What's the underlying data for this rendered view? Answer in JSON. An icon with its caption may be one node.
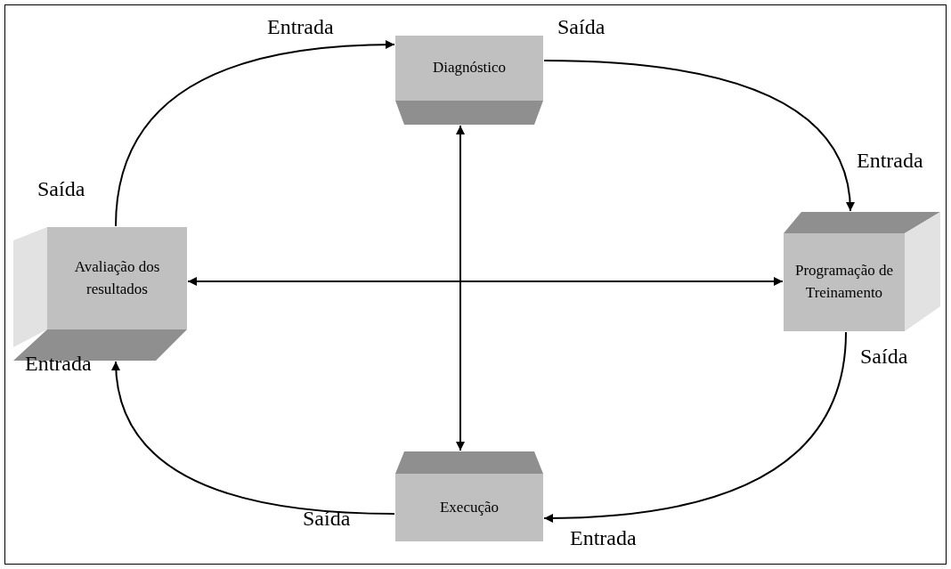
{
  "diagram": {
    "nodes": [
      {
        "text": [
          "Diagnóstico"
        ],
        "beside": [
          "Entrada",
          "Saída"
        ]
      },
      {
        "text": [
          "Programação de Treinamento"
        ],
        "beside": [
          "Entrada",
          "Saída"
        ]
      },
      {
        "text": [
          "Execução"
        ],
        "beside": [
          "Saída",
          "Entrada"
        ]
      },
      {
        "text": [
          "Avaliação dos resultados"
        ],
        "beside": [
          "Saída",
          "Entrada"
        ]
      }
    ],
    "edges": [
      {
        "from": 3,
        "to": 0,
        "arrow": "to"
      },
      {
        "from": 0,
        "to": 1,
        "arrow": "to"
      },
      {
        "from": 1,
        "to": 2,
        "arrow": "to"
      },
      {
        "from": 2,
        "to": 3,
        "arrow": "to"
      },
      {
        "from": 0,
        "to": 2,
        "arrow": "both"
      },
      {
        "from": 3,
        "to": 1,
        "arrow": "both"
      }
    ]
  }
}
